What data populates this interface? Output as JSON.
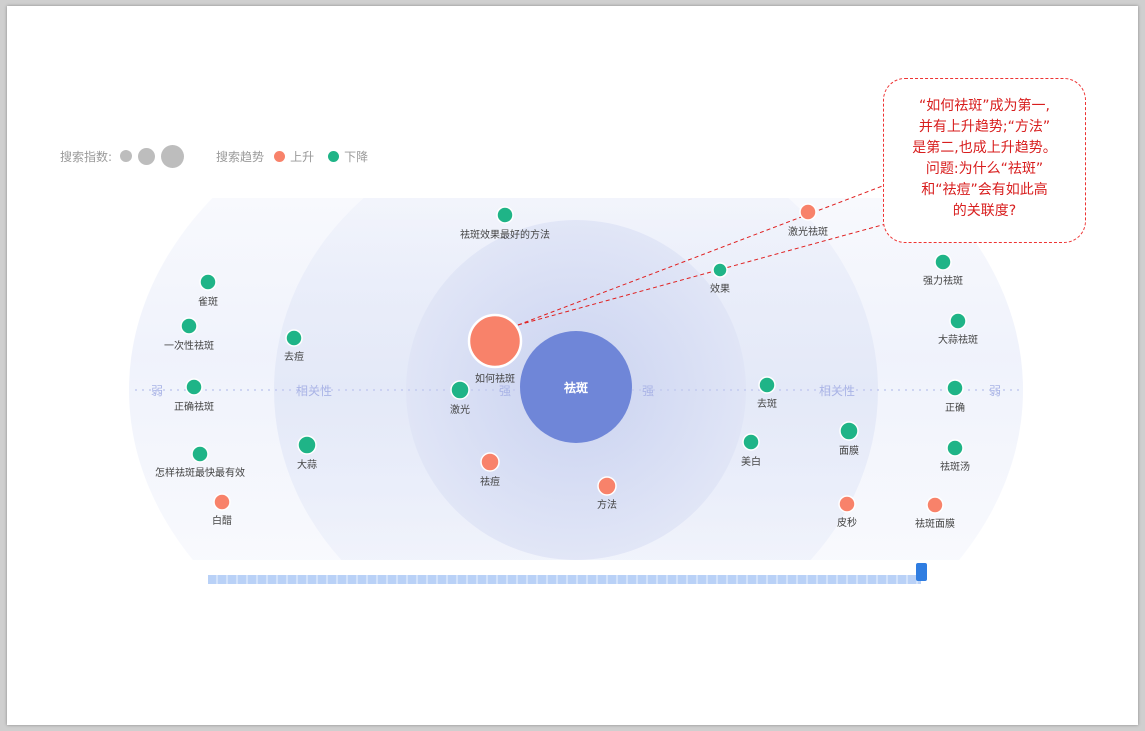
{
  "legend": {
    "size_label": "搜索指数:",
    "trend_label": "搜索趋势",
    "up_label": "上升",
    "down_label": "下降"
  },
  "colors": {
    "up": "#f8826a",
    "down": "#1fb487",
    "center": "#6f86d8"
  },
  "zones": {
    "weak_left": "弱",
    "relevance_left": "相关性",
    "strong_left": "强",
    "strong_right": "强",
    "relevance_right": "相关性",
    "weak_right": "弱"
  },
  "center": {
    "label": "祛斑"
  },
  "nodes": [
    {
      "label": "祛斑效果最好的方法",
      "trend": "down"
    },
    {
      "label": "激光祛斑",
      "trend": "up"
    },
    {
      "label": "雀斑",
      "trend": "down"
    },
    {
      "label": "效果",
      "trend": "down"
    },
    {
      "label": "强力祛斑",
      "trend": "down"
    },
    {
      "label": "一次性祛斑",
      "trend": "down"
    },
    {
      "label": "去痘",
      "trend": "down"
    },
    {
      "label": "如何祛斑",
      "trend": "up"
    },
    {
      "label": "大蒜祛斑",
      "trend": "down"
    },
    {
      "label": "正确祛斑",
      "trend": "down"
    },
    {
      "label": "激光",
      "trend": "down"
    },
    {
      "label": "去斑",
      "trend": "down"
    },
    {
      "label": "正确",
      "trend": "down"
    },
    {
      "label": "面膜",
      "trend": "down"
    },
    {
      "label": "美白",
      "trend": "down"
    },
    {
      "label": "大蒜",
      "trend": "down"
    },
    {
      "label": "怎样祛斑最快最有效",
      "trend": "down"
    },
    {
      "label": "祛斑汤",
      "trend": "down"
    },
    {
      "label": "祛痘",
      "trend": "up"
    },
    {
      "label": "方法",
      "trend": "up"
    },
    {
      "label": "白醋",
      "trend": "up"
    },
    {
      "label": "皮秒",
      "trend": "up"
    },
    {
      "label": "祛斑面膜",
      "trend": "up"
    }
  ],
  "callout": {
    "lines": [
      "“如何祛斑”成为第一,",
      "并有上升趋势;“方法”",
      "是第二,也成上升趋势。",
      "问题:为什么“祛斑”",
      "和“祛痘”会有如此高",
      "的关联度?"
    ]
  }
}
